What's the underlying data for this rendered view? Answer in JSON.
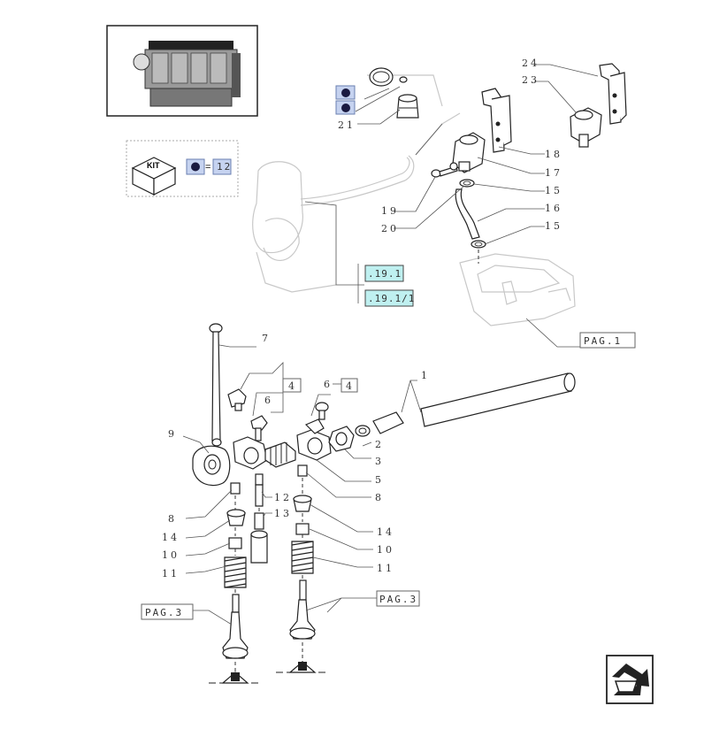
{
  "labels": {
    "p24": "24",
    "p23": "23",
    "p21": "21",
    "p18": "18",
    "p17": "17",
    "p15a": "15",
    "p16": "16",
    "p15b": "15",
    "p19": "19",
    "p20": "20",
    "p7": "7",
    "p4a": "4",
    "p6a": "6",
    "p6b": "6",
    "p4b": "4",
    "p1": "1",
    "p9": "9",
    "p2": "2",
    "p3": "3",
    "p5": "5",
    "p8a": "8",
    "p8b": "8",
    "p12": "12",
    "p13": "13",
    "p14a": "14",
    "p14b": "14",
    "p10a": "10",
    "p10b": "10",
    "p11a": "11",
    "p11b": "11"
  },
  "references": {
    "ref1": ".19.1",
    "ref2": ".19.1/1",
    "pag1": "PAG.1",
    "pag3_left": "PAG.3",
    "pag3_right": "PAG.3"
  },
  "kit": {
    "title": "KIT",
    "equals": "=",
    "value": "12"
  },
  "colors": {
    "reference_fill": "#bff0f0",
    "marker_fill": "#c6d3f0",
    "line": "#222222",
    "ghost": "#c8c8c8"
  },
  "icons": {
    "engine_thumbnail": "engine-thumbnail-icon",
    "kit_box": "kit-box-icon",
    "next_page": "next-page-arrow-icon"
  }
}
